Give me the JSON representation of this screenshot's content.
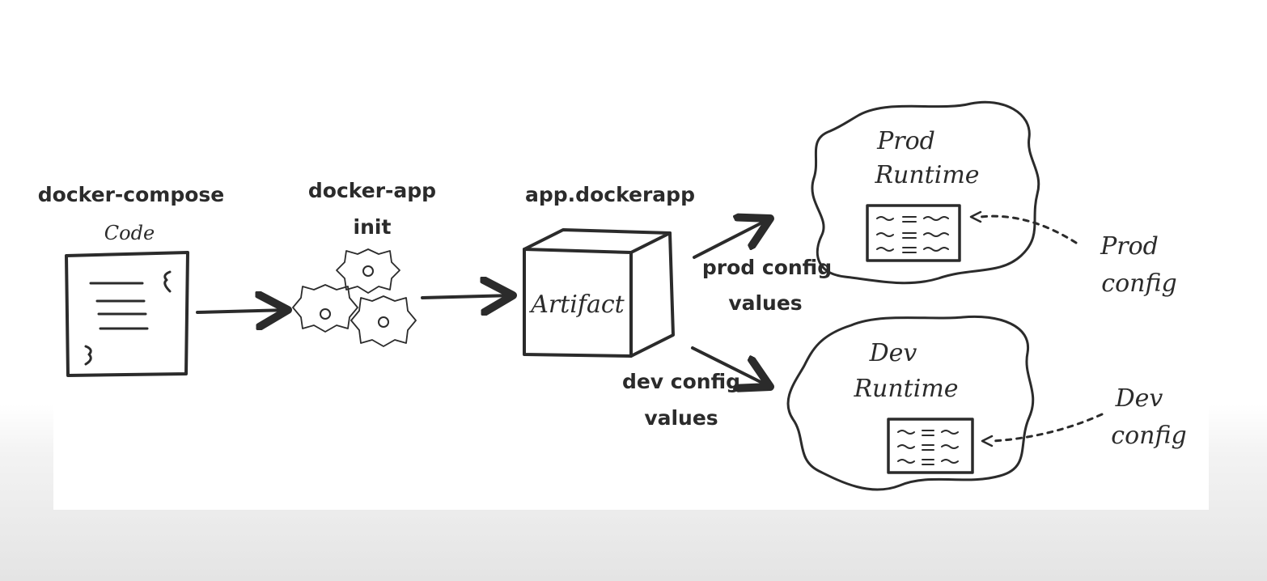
{
  "diagram": {
    "compose": {
      "title": "docker-compose",
      "subtitle": "Code"
    },
    "init": {
      "title": "docker-app",
      "subtitle": "init"
    },
    "artifact": {
      "title": "app.dockerapp",
      "box_label": "Artifact"
    },
    "prod_edge": {
      "line1": "prod config",
      "line2": "values"
    },
    "dev_edge": {
      "line1": "dev config",
      "line2": "values"
    },
    "prod_runtime": {
      "line1": "Prod",
      "line2": "Runtime"
    },
    "dev_runtime": {
      "line1": "Dev",
      "line2": "Runtime"
    },
    "prod_config": {
      "line1": "Prod",
      "line2": "config"
    },
    "dev_config": {
      "line1": "Dev",
      "line2": "config"
    }
  }
}
